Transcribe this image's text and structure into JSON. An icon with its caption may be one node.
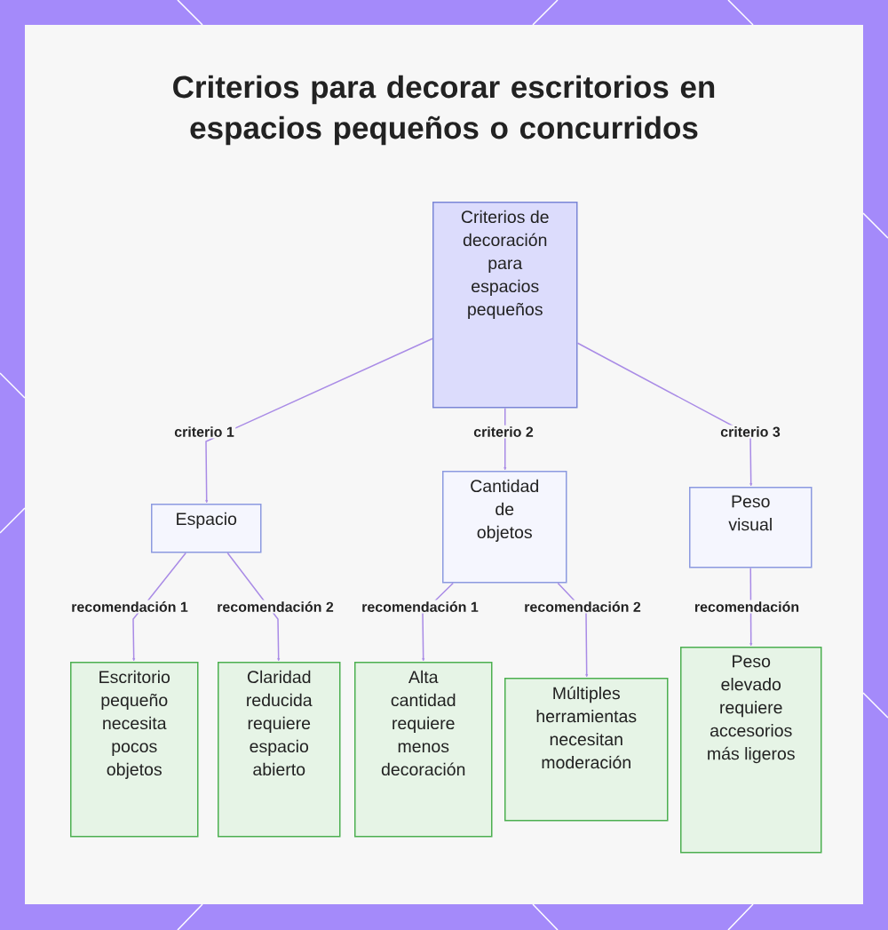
{
  "diagram": {
    "title": "Criterios para decorar escritorios en espacios pequeños o concurridos",
    "nodes": [
      {
        "text": [
          "Criterios de decoración para espacios pequeños"
        ]
      },
      {
        "text": [
          "Espacio"
        ]
      },
      {
        "text": [
          "Cantidad de objetos"
        ]
      },
      {
        "text": [
          "Peso visual"
        ]
      },
      {
        "text": [
          "Escritorio pequeño necesita pocos objetos"
        ]
      },
      {
        "text": [
          "Claridad reducida requiere espacio abierto"
        ]
      },
      {
        "text": [
          "Alta cantidad requiere menos decoración"
        ]
      },
      {
        "text": [
          "Múltiples herramientas necesitan moderación"
        ]
      },
      {
        "text": [
          "Peso elevado requiere accesorios más ligeros"
        ]
      }
    ],
    "edges": [
      {
        "from": 0,
        "to": 1,
        "arrow": "to",
        "label": "criterio 1"
      },
      {
        "from": 0,
        "to": 2,
        "arrow": "to",
        "label": "criterio 2"
      },
      {
        "from": 0,
        "to": 3,
        "arrow": "to",
        "label": "criterio 3"
      },
      {
        "from": 1,
        "to": 4,
        "arrow": "to",
        "label": "recomendación 1"
      },
      {
        "from": 1,
        "to": 5,
        "arrow": "to",
        "label": "recomendación 2"
      },
      {
        "from": 2,
        "to": 6,
        "arrow": "to",
        "label": "recomendación 1"
      },
      {
        "from": 2,
        "to": 7,
        "arrow": "to",
        "label": "recomendación 2"
      },
      {
        "from": 3,
        "to": 8,
        "arrow": "to",
        "label": "recomendación"
      }
    ]
  }
}
